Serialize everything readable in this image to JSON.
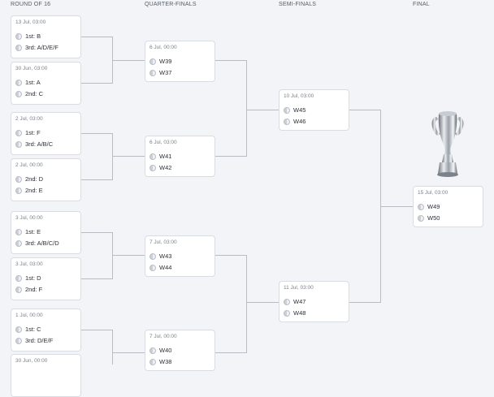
{
  "stages": {
    "r16": "ROUND OF 16",
    "qf": "QUARTER-FINALS",
    "sf": "SEMI-FINALS",
    "final": "FINAL"
  },
  "r16": [
    {
      "date": "13 Jul, 03:00",
      "team1": "1st: B",
      "team2": "3rd: A/D/E/F"
    },
    {
      "date": "30 Jun, 03:00",
      "team1": "1st: A",
      "team2": "2nd: C"
    },
    {
      "date": "2 Jul, 03:00",
      "team1": "1st: F",
      "team2": "3rd: A/B/C"
    },
    {
      "date": "2 Jul, 00:00",
      "team1": "2nd: D",
      "team2": "2nd: E"
    },
    {
      "date": "3 Jul, 00:00",
      "team1": "1st: E",
      "team2": "3rd: A/B/C/D"
    },
    {
      "date": "3 Jul, 03:00",
      "team1": "1st: D",
      "team2": "2nd: F"
    },
    {
      "date": "1 Jul, 00:00",
      "team1": "1st: C",
      "team2": "3rd: D/E/F"
    },
    {
      "date": "30 Jun, 00:00",
      "team1": "",
      "team2": ""
    }
  ],
  "qf": [
    {
      "date": "6 Jul, 00:00",
      "team1": "W39",
      "team2": "W37"
    },
    {
      "date": "6 Jul, 03:00",
      "team1": "W41",
      "team2": "W42"
    },
    {
      "date": "7 Jul, 03:00",
      "team1": "W43",
      "team2": "W44"
    },
    {
      "date": "7 Jul, 00:00",
      "team1": "W40",
      "team2": "W38"
    }
  ],
  "sf": [
    {
      "date": "10 Jul, 03:00",
      "team1": "W45",
      "team2": "W46"
    },
    {
      "date": "11 Jul, 03:00",
      "team1": "W47",
      "team2": "W48"
    }
  ],
  "final": {
    "date": "15 Jul, 03:00",
    "team1": "W49",
    "team2": "W50"
  }
}
